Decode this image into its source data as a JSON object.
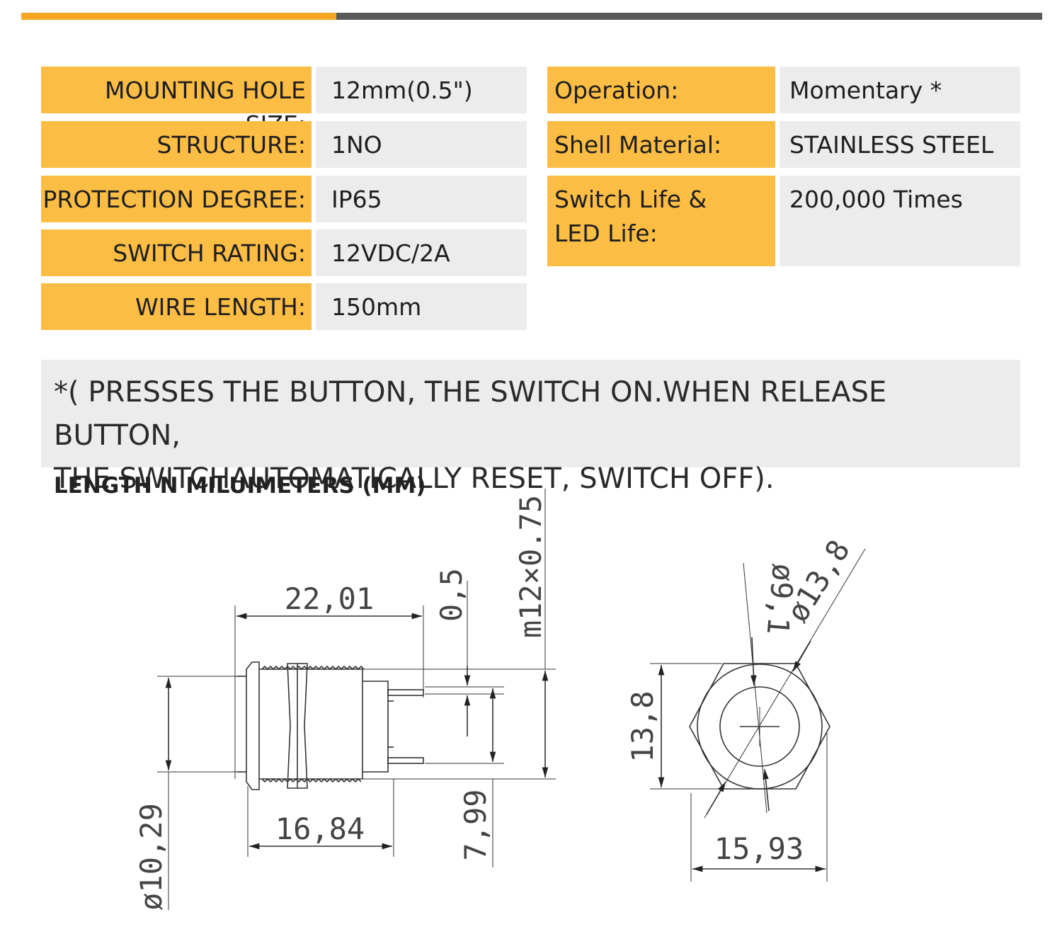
{
  "specs_left": [
    {
      "label": "MOUNTING HOLE SIZE:",
      "value": "12mm(0.5\")"
    },
    {
      "label": "STRUCTURE:",
      "value": "1NO"
    },
    {
      "label": "PROTECTION DEGREE:",
      "value": "IP65"
    },
    {
      "label": "SWITCH RATING:",
      "value": "12VDC/2A"
    },
    {
      "label": "WIRE LENGTH:",
      "value": "150mm"
    }
  ],
  "specs_right": [
    {
      "label": "Operation:",
      "value": "Momentary *"
    },
    {
      "label": "Shell Material:",
      "value": "STAINLESS STEEL"
    },
    {
      "label_line1": "Switch Life &",
      "label_line2": "LED Life:",
      "value": "200,000 Times"
    }
  ],
  "note": {
    "line1": "*( PRESSES THE BUTTON, THE SWITCH ON.WHEN RELEASE BUTTON,",
    "line2": "THE SWITCHAUTOMATICALLY RESET, SWITCH OFF)."
  },
  "diagram": {
    "caption": "LENGTH N MILUIMETERS (MM)",
    "dims": {
      "length_total": "22,01",
      "flange_gap": "0,5",
      "thread": "m12×0.75",
      "diameter_base": "ø10,29",
      "thread_length": "16,84",
      "terminal_span": "7,99",
      "hex_height": "13,8",
      "hex_width": "15,93",
      "inner_dia": "ø9,1",
      "outer_dia": "ø13,8"
    }
  },
  "colors": {
    "label_bg": "#fcbd45",
    "value_bg": "#ececec",
    "accent": "#f5a623",
    "bar_dark": "#5a5a5a"
  }
}
